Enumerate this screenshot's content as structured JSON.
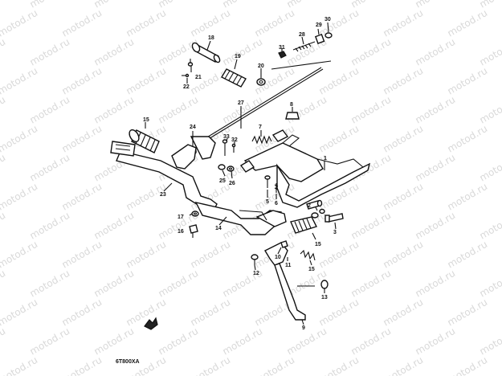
{
  "watermark": {
    "text": "motod.ru"
  },
  "diagram": {
    "code": "6T800XA",
    "labels": {
      "l1": "1",
      "l2": "2",
      "l3": "3",
      "l5": "5",
      "l6": "6",
      "l7": "7",
      "l8": "8",
      "l9": "9",
      "l10": "10",
      "l11": "11",
      "l12": "12",
      "l13": "13",
      "l14": "14",
      "l15a": "15",
      "l15b": "15",
      "l16": "16",
      "l17": "17",
      "l18": "18",
      "l19": "19",
      "l20": "20",
      "l21": "21",
      "l22": "22",
      "l23": "23",
      "l24": "24",
      "l25": "25",
      "l26": "26",
      "l27": "27",
      "l28": "28",
      "l29": "29",
      "l30": "30",
      "l31": "31",
      "l32": "32",
      "l33": "33"
    }
  }
}
